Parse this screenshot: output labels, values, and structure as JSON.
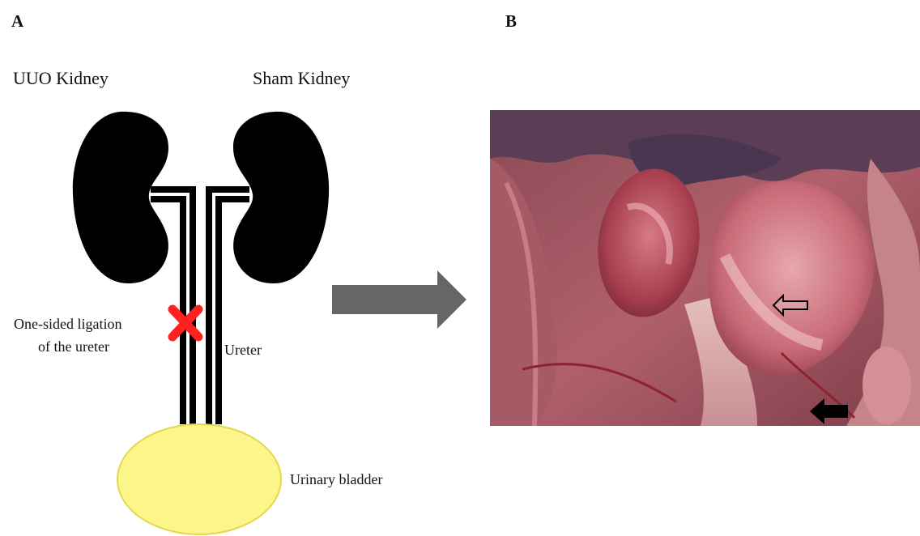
{
  "panels": {
    "a": {
      "letter": "A",
      "labels": {
        "uuo_kidney": "UUO Kidney",
        "sham_kidney": "Sham Kidney",
        "ligation_line1": "One-sided ligation",
        "ligation_line2": "of the ureter",
        "ureter": "Ureter",
        "bladder": "Urinary bladder"
      }
    },
    "b": {
      "letter": "B"
    }
  },
  "colors": {
    "kidney": "#000000",
    "ligation_mark": "#ff2020",
    "bladder_fill": "#fbf58a",
    "bladder_stroke": "#e3d84a",
    "arrow": "#666666"
  },
  "icons": {
    "ligation": "x-mark-icon",
    "transition": "right-arrow-icon",
    "open_arrow": "outline-arrow-left-icon",
    "solid_arrow": "solid-arrow-left-icon"
  }
}
